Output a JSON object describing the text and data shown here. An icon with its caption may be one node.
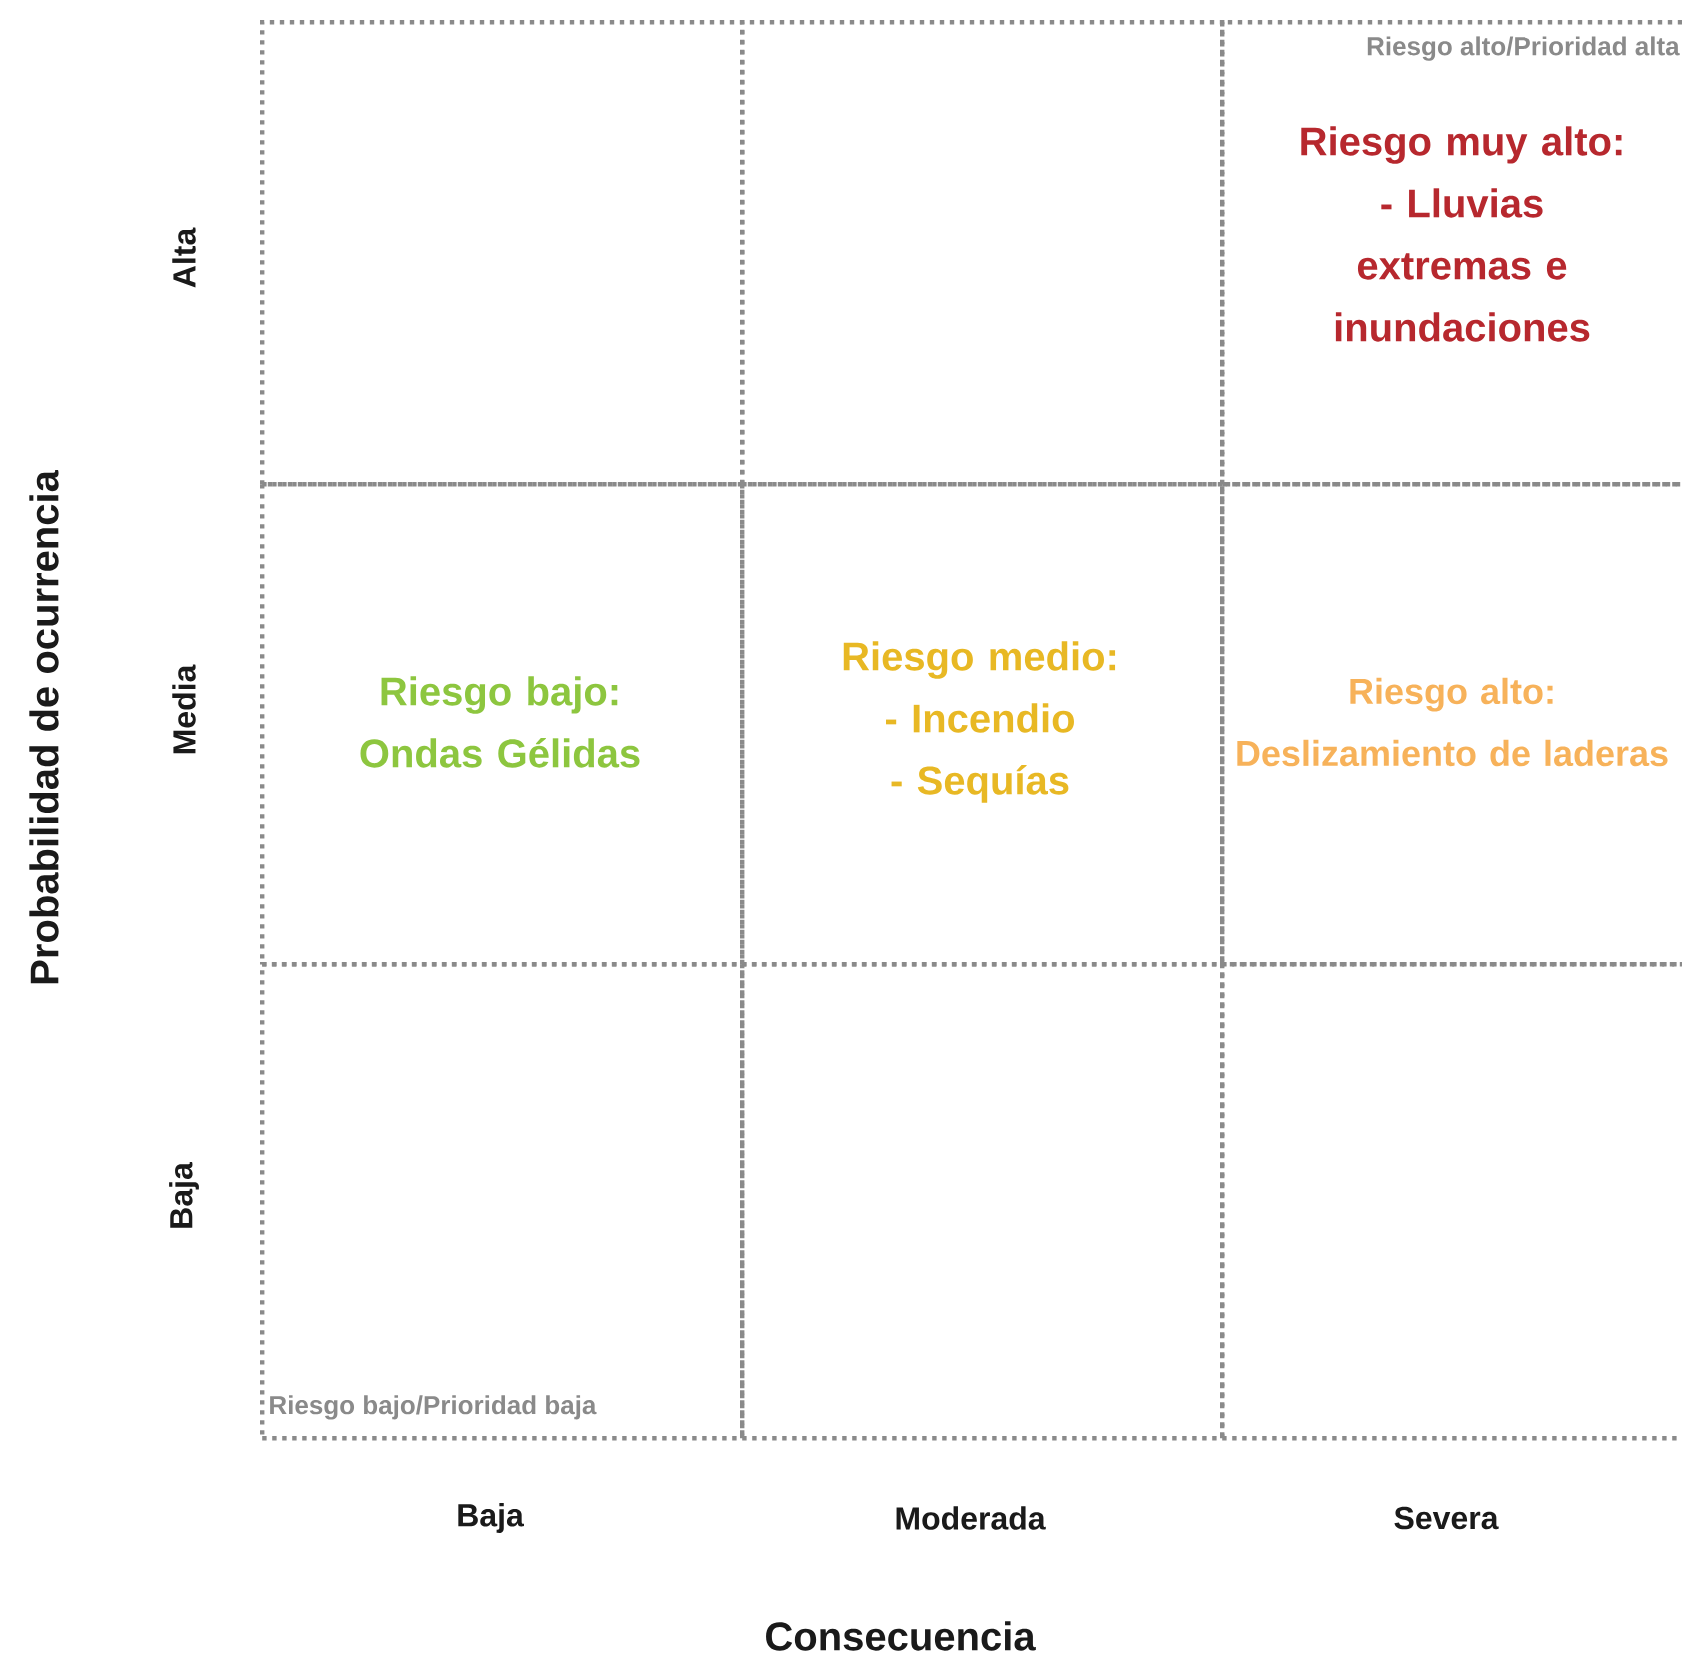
{
  "diagram": {
    "nodes": [
      {
        "text": [],
        "shape": "box"
      },
      {
        "text": [],
        "shape": "box"
      },
      {
        "text": [
          "Riesgo alto/Prioridad alta",
          "Riesgo muy alto:",
          "- Lluvias extremas e inundaciones"
        ]
      },
      {
        "text": [
          "Riesgo bajo:",
          "Ondas Gélidas"
        ]
      },
      {
        "text": [
          "Riesgo medio:",
          "- Incendio",
          "- Sequías"
        ]
      },
      {
        "text": [
          "Riesgo alto:",
          "Deslizamiento de laderas"
        ]
      },
      {
        "text": [
          "Riesgo bajo/Prioridad baja"
        ]
      },
      {
        "text": [],
        "shape": "box"
      },
      {
        "text": [],
        "shape": "box"
      }
    ],
    "edges": [],
    "labels": [
      "Probabilidad de ocurrencia",
      "Alta",
      "Media",
      "Baja",
      "Baja",
      "Moderada",
      "Severa",
      "Consecuencia"
    ]
  }
}
